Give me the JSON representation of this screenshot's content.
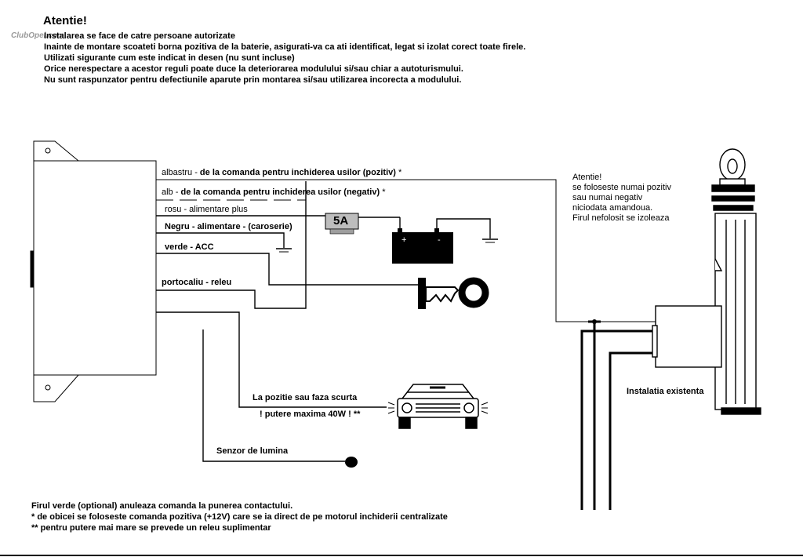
{
  "watermark": "ClubOpel.com",
  "header": {
    "title": "Atentie!",
    "warnings": [
      "Instalarea se face de catre persoane autorizate",
      "Inainte de montare scoateti borna pozitiva de la baterie, asigurati-va ca ati identificat, legat si izolat corect toate firele.",
      "Utilizati sigurante cum este indicat in desen (nu sunt incluse)",
      "Orice nerespectare a acestor reguli poate duce la deteriorarea modulului si/sau chiar a autoturismului.",
      "Nu sunt raspunzator pentru defectiunile aparute prin montarea si/sau utilizarea incorecta a modulului."
    ]
  },
  "wires": {
    "albastru_name": "albastru - ",
    "albastru_desc": "de la comanda pentru inchiderea usilor (pozitiv)",
    "albastru_mark": "*",
    "alb_name": "alb - ",
    "alb_desc": "de la comanda pentru inchiderea usilor (negativ)",
    "alb_mark": "*",
    "rosu": "rosu - alimentare plus",
    "negru": "Negru - alimentare - (caroserie)",
    "verde": "verde - ACC",
    "portocaliu": "portocaliu - releu"
  },
  "fuse": "5A",
  "battery": {
    "plus": "+",
    "minus": "-"
  },
  "lights": {
    "line1": "La pozitie sau faza scurta",
    "line2": "! putere maxima 40W ! **"
  },
  "sensor": "Senzor de lumina",
  "note": {
    "lines": [
      "Atentie!",
      "se foloseste numai pozitiv",
      "sau numai negativ",
      "niciodata amandoua.",
      "Firul nefolosit se izoleaza"
    ]
  },
  "existing": "Instalatia existenta",
  "footer": [
    "Firul verde (optional) anuleaza comanda la punerea contactului.",
    "* de obicei se foloseste comanda pozitiva (+12V) care se ia direct de pe motorul inchiderii centralizate",
    "** pentru putere mai mare se prevede un releu suplimentar"
  ]
}
